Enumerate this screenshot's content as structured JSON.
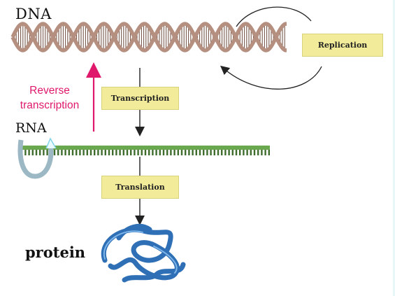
{
  "labels": {
    "dna": "DNA",
    "rna": "RNA",
    "protein": "protein",
    "reverse_transcription": "Reverse transcription",
    "replication": "Replication",
    "transcription": "Transcription",
    "translation": "Translation"
  },
  "colors": {
    "dna_strand": "#b58f7f",
    "dna_rung": "#6b4a3c",
    "rna_strand": "#6aa84f",
    "rna_teeth": "#3f6d2e",
    "protein": "#2e6fb5",
    "reverse_arrow": "#e0186c",
    "label_box": "#f2ec9a",
    "arrow": "#222222",
    "swirl": "#9cb8c4"
  }
}
